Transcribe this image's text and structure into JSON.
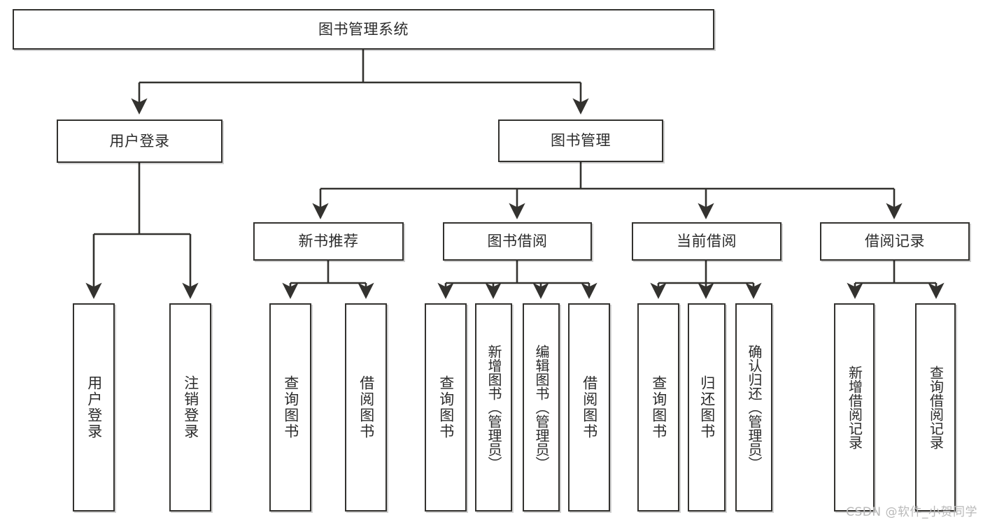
{
  "diagram": {
    "title": "图书管理系统",
    "type": "tree",
    "watermark": "CSDN @软件_小贺同学",
    "colors": {
      "box_border": "#33322f",
      "edge": "#33322f",
      "text": "#2b2b2b",
      "background": "#ffffff",
      "watermark": "#b9b9b9"
    },
    "nodes": {
      "root": {
        "label": "图书管理系统"
      },
      "level2": [
        {
          "id": "user_login",
          "label": "用户登录"
        },
        {
          "id": "book_mgmt",
          "label": "图书管理"
        }
      ],
      "level3": [
        {
          "id": "new_book_rec",
          "label": "新书推荐"
        },
        {
          "id": "book_borrow",
          "label": "图书借阅"
        },
        {
          "id": "current_borrow",
          "label": "当前借阅"
        },
        {
          "id": "borrow_record",
          "label": "借阅记录"
        }
      ],
      "leaves": [
        {
          "id": "leaf_user_login",
          "parent": "user_login",
          "label": "用户登录"
        },
        {
          "id": "leaf_logout",
          "parent": "user_login",
          "label": "注销登录"
        },
        {
          "id": "leaf_query_book_1",
          "parent": "new_book_rec",
          "label": "查询图书"
        },
        {
          "id": "leaf_borrow_book_1",
          "parent": "new_book_rec",
          "label": "借阅图书"
        },
        {
          "id": "leaf_query_book_2",
          "parent": "book_borrow",
          "label": "查询图书"
        },
        {
          "id": "leaf_add_book",
          "parent": "book_borrow",
          "label": "新增图书（管理员）"
        },
        {
          "id": "leaf_edit_book",
          "parent": "book_borrow",
          "label": "编辑图书（管理员）"
        },
        {
          "id": "leaf_borrow_book_2",
          "parent": "book_borrow",
          "label": "借阅图书"
        },
        {
          "id": "leaf_query_book_3",
          "parent": "current_borrow",
          "label": "查询图书"
        },
        {
          "id": "leaf_return_book",
          "parent": "current_borrow",
          "label": "归还图书"
        },
        {
          "id": "leaf_confirm_return",
          "parent": "current_borrow",
          "label": "确认归还（管理员）"
        },
        {
          "id": "leaf_add_record",
          "parent": "borrow_record",
          "label": "新增借阅记录"
        },
        {
          "id": "leaf_query_record",
          "parent": "borrow_record",
          "label": "查询借阅记录"
        }
      ]
    }
  }
}
